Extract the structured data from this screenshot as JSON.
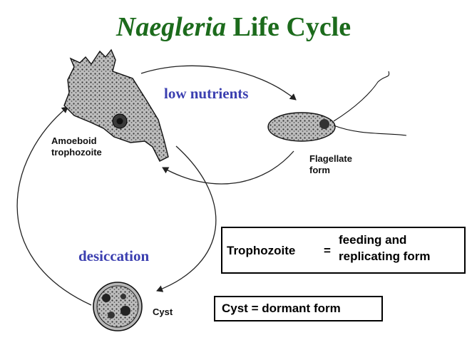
{
  "title": {
    "italic": "Naegleria",
    "rest": " Life Cycle"
  },
  "stages": {
    "amoeboid": "Amoeboid\ntrophozoite",
    "flagellate": "Flagellate\nform",
    "cyst": "Cyst"
  },
  "conditions": {
    "low_nutrients": "low nutrients",
    "desiccation": "desiccation"
  },
  "definitions": {
    "trophozoite_term": "Trophozoite",
    "equals": "=",
    "trophozoite_def": "feeding and\nreplicating form",
    "cyst_def": "Cyst = dormant form"
  },
  "colors": {
    "title": "#1c6b1c",
    "condition": "#3b3fb0"
  }
}
